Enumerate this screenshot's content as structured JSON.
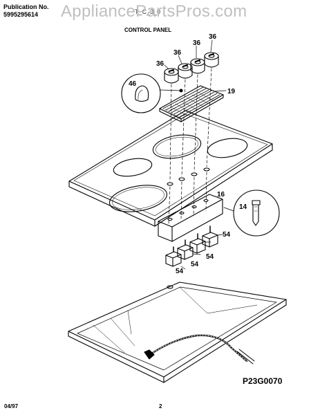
{
  "header": {
    "publication_label": "Publication No.",
    "publication_number": "5995295614",
    "model_partial": "T_C_3_0",
    "section_title": "CONTROL PANEL"
  },
  "watermark": "AppliancePartsPros.com",
  "callouts": {
    "knob_a": "36",
    "knob_b": "36",
    "knob_c": "36",
    "knob_d": "36",
    "knob_insert": "46",
    "vent_grille": "19",
    "control_bracket": "16",
    "element_terminal": "14",
    "switch_a": "54",
    "switch_b": "54",
    "switch_c": "54",
    "switch_d": "54"
  },
  "footer": {
    "figure_id": "P23G0070",
    "date": "04/97",
    "page": "2"
  }
}
